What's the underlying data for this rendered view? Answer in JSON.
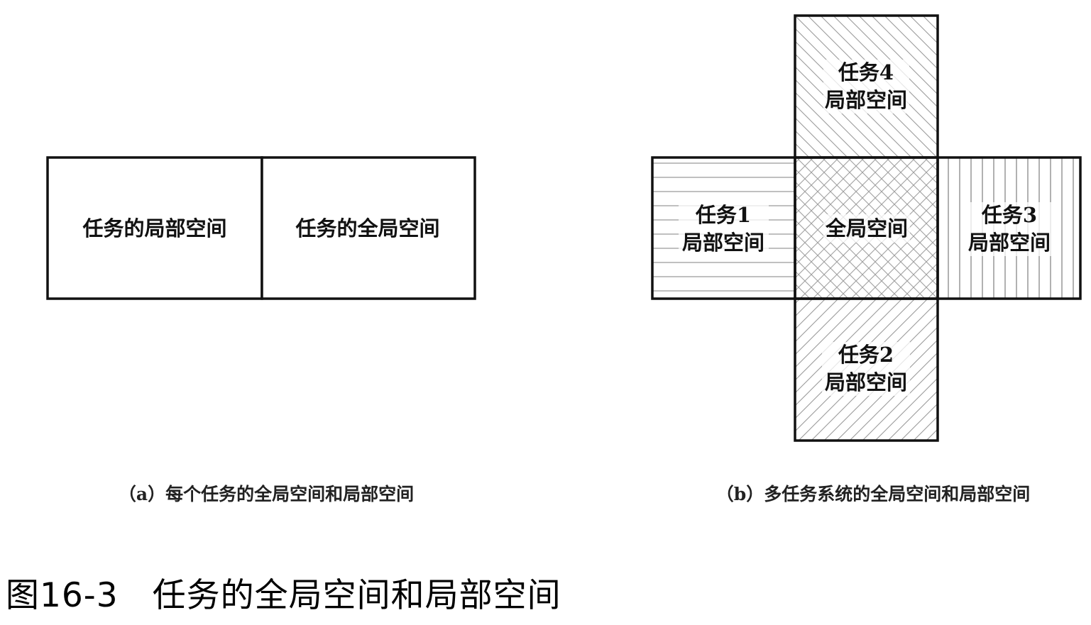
{
  "diagram_a": {
    "left_box_label": "任务的局部空间",
    "right_box_label": "任务的全局空间",
    "caption": "（a）每个任务的全局空间和局部空间"
  },
  "diagram_b": {
    "task4": {
      "title": "任务4",
      "subtitle": "局部空间"
    },
    "task1": {
      "title": "任务1",
      "subtitle": "局部空间"
    },
    "global": {
      "label": "全局空间"
    },
    "task3": {
      "title": "任务3",
      "subtitle": "局部空间"
    },
    "task2": {
      "title": "任务2",
      "subtitle": "局部空间"
    },
    "caption": "（b）多任务系统的全局空间和局部空间"
  },
  "figure_title": "图16-3　任务的全局空间和局部空间"
}
